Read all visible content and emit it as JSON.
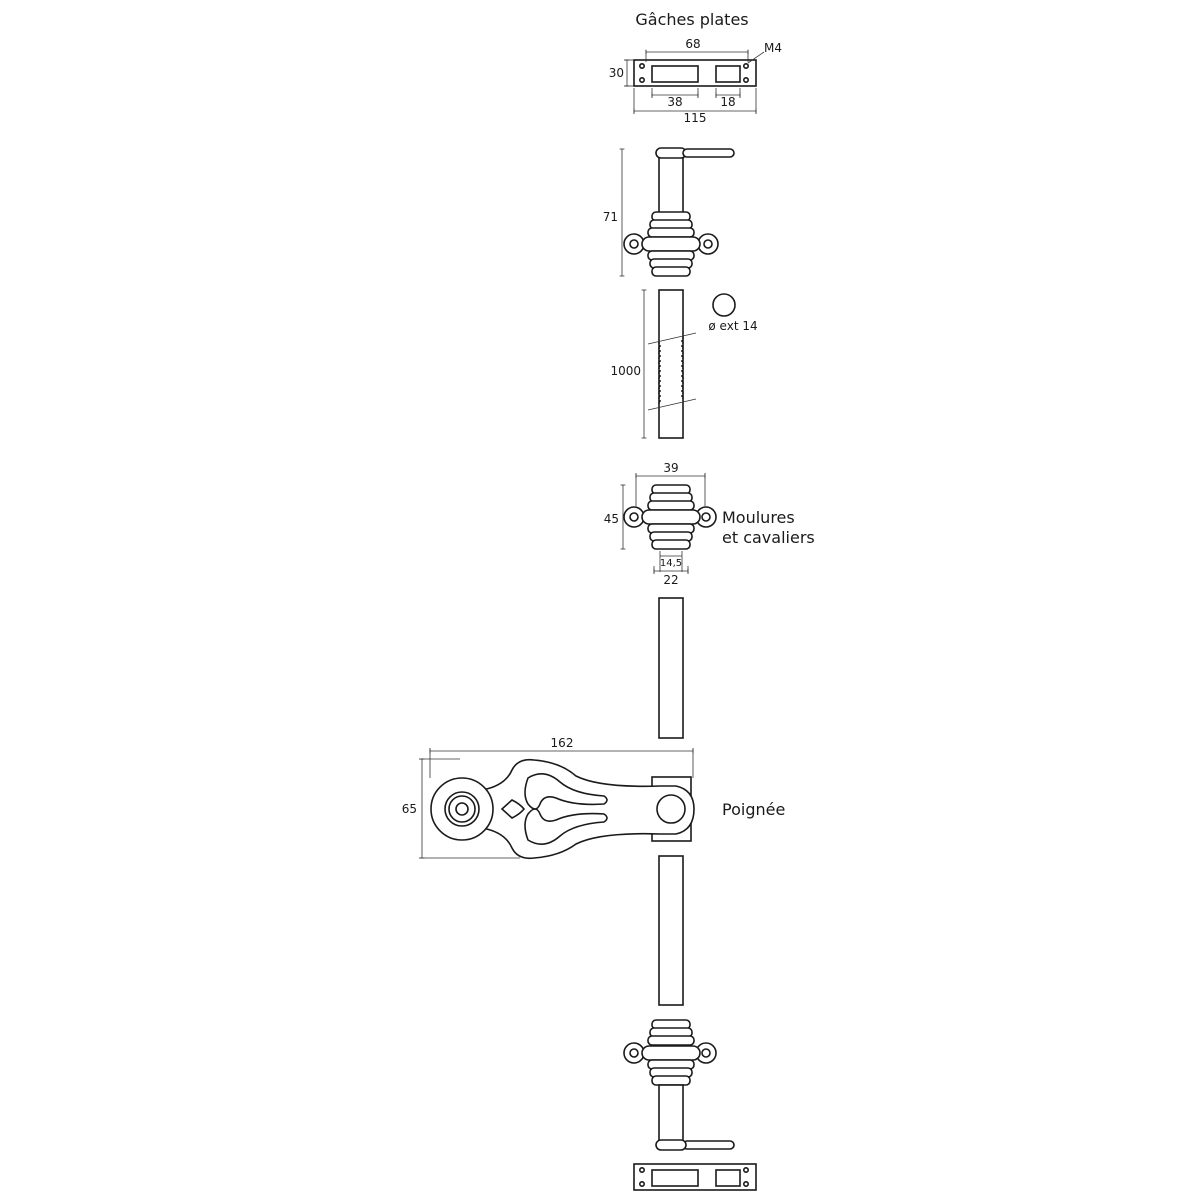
{
  "labels": {
    "strike_plates": "Gâches plates",
    "moldings_line1": "Moulures",
    "moldings_line2": "et cavaliers",
    "handle": "Poignée"
  },
  "dimensions": {
    "plate_length": "68",
    "plate_thread": "M4",
    "plate_height": "30",
    "plate_slot_1": "38",
    "plate_slot_2": "18",
    "plate_total": "115",
    "top_rod_height": "71",
    "rod_length": "1000",
    "rod_diameter": "ø ext 14",
    "molding_width": "39",
    "molding_height": "45",
    "molding_inner": "14,5",
    "molding_outer": "22",
    "handle_length": "162",
    "handle_height": "65"
  },
  "colors": {
    "line": "#1a1a1a",
    "background": "#ffffff"
  }
}
